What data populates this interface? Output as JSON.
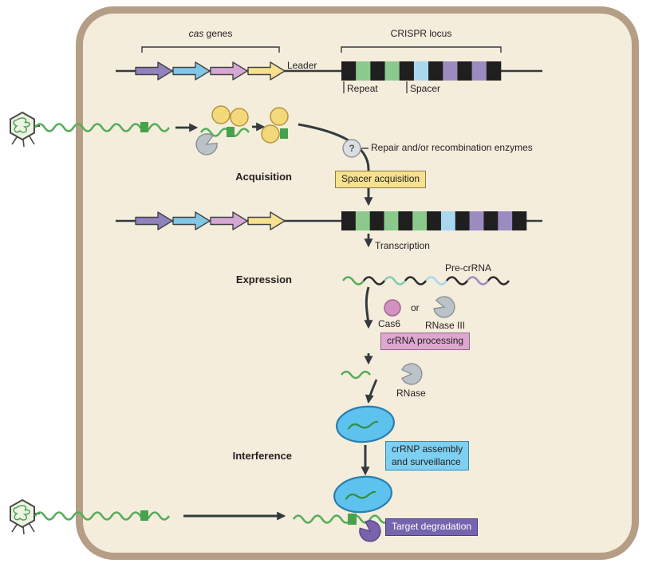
{
  "stages": {
    "acquisition": "Acquisition",
    "expression": "Expression",
    "interference": "Interference"
  },
  "badges": {
    "spacer_acquisition": "Spacer acquisition",
    "crrna_processing": "crRNA processing",
    "crrnp_line1": "crRNP assembly",
    "crrnp_line2": "and surveillance",
    "target_degradation": "Target degradation"
  },
  "labels": {
    "cas_italic": "cas",
    "cas_rest": " genes",
    "crispr_locus": "CRISPR locus",
    "leader": "Leader",
    "repeat": "Repeat",
    "spacer": "Spacer",
    "question_mark": "?",
    "repair_enzymes": "Repair and/or recombination enzymes",
    "transcription": "Transcription",
    "pre_crrna": "Pre-crRNA",
    "cas6": "Cas6",
    "or": "or",
    "rnase_iii": "RNase III",
    "rnase": "RNase"
  },
  "loci": {
    "row1": [
      "repeat",
      "green",
      "repeat",
      "green",
      "repeat",
      "blue",
      "repeat",
      "purple",
      "repeat",
      "purple",
      "repeat"
    ],
    "row2": [
      "repeat",
      "green",
      "repeat",
      "green",
      "repeat",
      "green",
      "repeat",
      "blue",
      "repeat",
      "purple",
      "repeat",
      "purple",
      "repeat"
    ]
  },
  "colors": {
    "cell_border": "#b59e86",
    "cell_bg": "#f4eddc",
    "repeat": "#1f1f1f",
    "spacer_green": "#8cc98c",
    "spacer_blue": "#a9d7ef",
    "spacer_purple": "#9b8bc0",
    "gene_purple": "#9181bd",
    "gene_blue": "#82c7e6",
    "gene_pink": "#d7a7d3",
    "gene_yellow": "#f7e08e",
    "badge_yellow": "#f7e08e",
    "badge_pink": "#dda8cf",
    "badge_blue": "#7dd0f2",
    "badge_purple": "#7564ae",
    "dna_green": "#55ad58",
    "complex_yellow": "#f3d97b",
    "nuclease_grey": "#bcc3c8",
    "cas6_pink": "#d391c0",
    "crrnp_blue": "#5ec2ee",
    "degradation_purple": "#7a63ac"
  }
}
